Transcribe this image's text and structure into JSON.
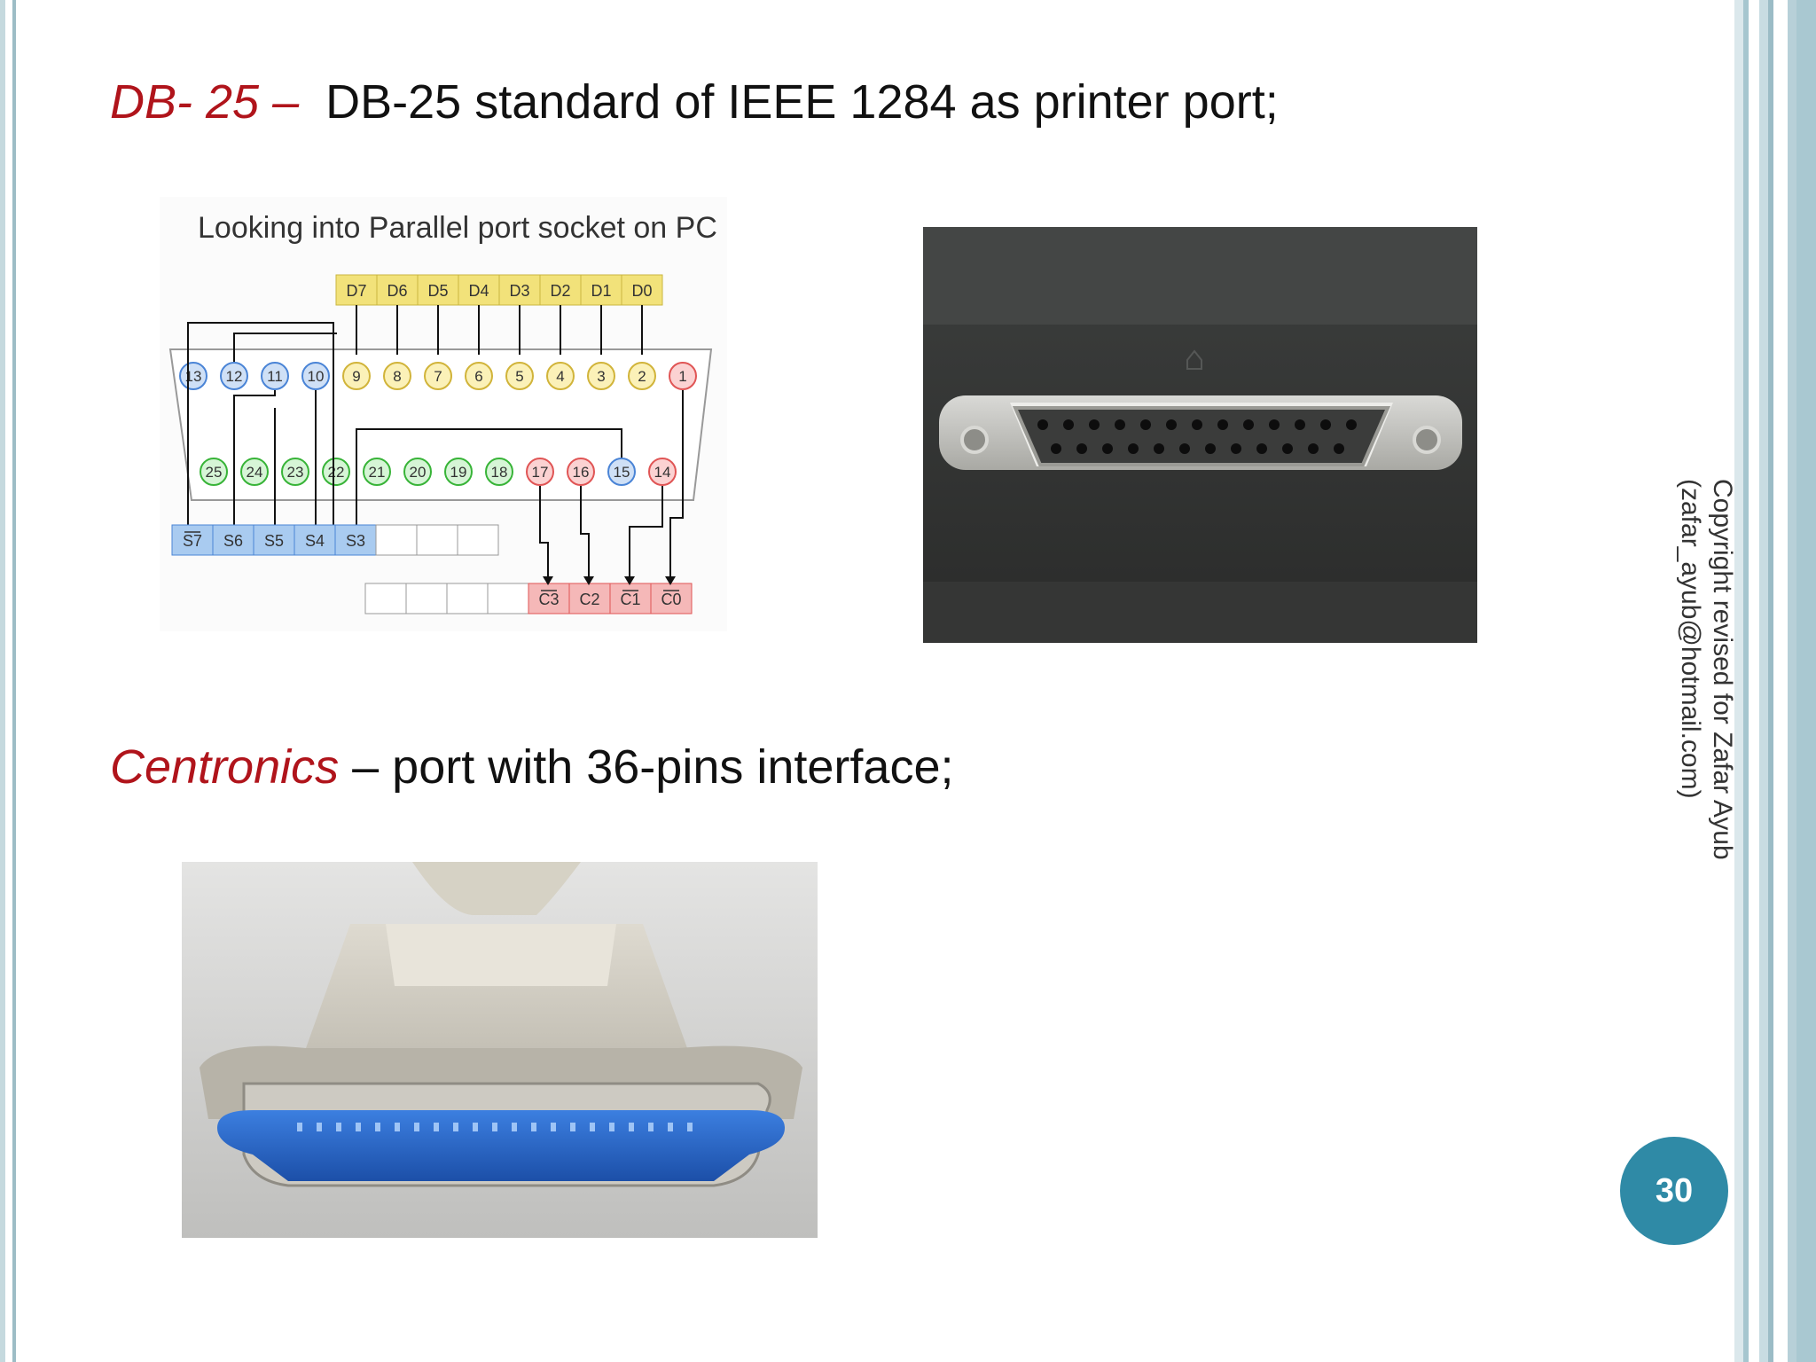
{
  "heading1": {
    "term": "DB- 25 –",
    "text": "DB-25 standard of IEEE 1284 as printer port;"
  },
  "heading2": {
    "term": "Centronics",
    "text": "– port with 36-pins interface;"
  },
  "diagram": {
    "title": "Looking into Parallel port socket on PC",
    "data_labels": [
      "D7",
      "D6",
      "D5",
      "D4",
      "D3",
      "D2",
      "D1",
      "D0"
    ],
    "top_row": [
      "13",
      "12",
      "11",
      "10",
      "9",
      "8",
      "7",
      "6",
      "5",
      "4",
      "3",
      "2",
      "1"
    ],
    "bottom_row": [
      "25",
      "24",
      "23",
      "22",
      "21",
      "20",
      "19",
      "18",
      "17",
      "16",
      "15",
      "14"
    ],
    "status_labels": [
      "S7",
      "S6",
      "S5",
      "S4",
      "S3"
    ],
    "control_labels": [
      "C3",
      "C2",
      "C1",
      "C0"
    ]
  },
  "copyright": {
    "line1": "Copyright revised for Zafar Ayub",
    "line2": "(zafar_ayub@hotmail.com)"
  },
  "page_number": "30",
  "colors": {
    "term": "#b0141b",
    "badge": "#2f8aa6",
    "data": "#f2e27a",
    "status": "#7fb0e6",
    "ground": "#7fd67f",
    "control": "#f29a9a"
  },
  "images": {
    "db25": "db25-socket-photo",
    "centronics": "centronics-connector-photo"
  }
}
